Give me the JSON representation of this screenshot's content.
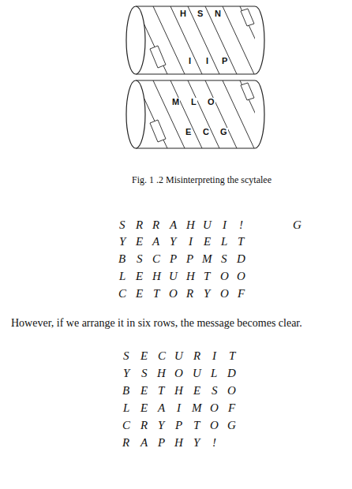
{
  "diagram": {
    "caption": "Fig. 1 .2 Misinterpreting the scytalee",
    "labels": [
      "H",
      "S",
      "N",
      "I",
      "I",
      "P",
      "M",
      "L",
      "O",
      "E",
      "C",
      "G",
      "S",
      "R",
      "R",
      "A",
      "H",
      "U",
      "I",
      "!",
      "G",
      "Y",
      "E",
      "A",
      "Y",
      "I",
      "E",
      "L",
      "T",
      "B",
      "S",
      "C",
      "P",
      "P",
      "M",
      "S",
      "D",
      "L",
      "E",
      "H",
      "U",
      "H",
      "T",
      "O",
      "O",
      "C",
      "E",
      "T",
      "O",
      "R",
      "Y",
      "O",
      "F",
      "However, if we arrange it in six rows, the message becomes clear.",
      "S",
      "E",
      "C",
      "U",
      "R",
      "I",
      "T",
      "Y",
      "S",
      "H",
      "O",
      "U",
      "L",
      "D",
      "B",
      "E",
      "T",
      "H",
      "E",
      "S",
      "O",
      "L",
      "E",
      "A",
      "I",
      "M",
      "O",
      "F",
      "C",
      "R",
      "Y",
      "P",
      "T",
      "O",
      "G",
      "R",
      "A",
      "P",
      "H",
      "Y",
      "!"
    ]
  }
}
